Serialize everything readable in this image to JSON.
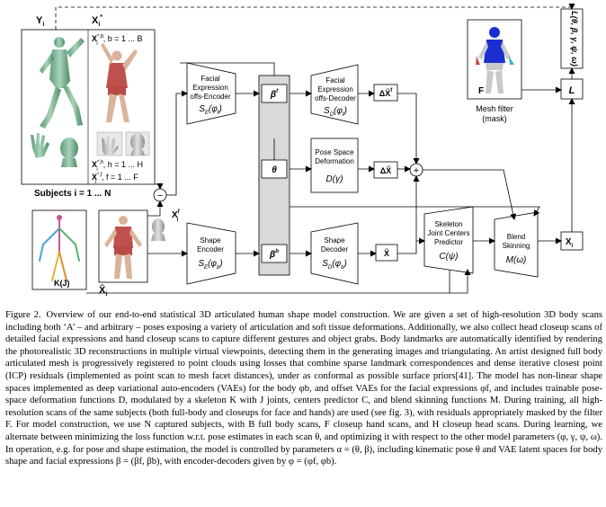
{
  "diagram": {
    "subjects_panel": {
      "label_Y": "Y",
      "label_Y_sub": "i",
      "label_X": "X",
      "label_X_sub": "i",
      "label_X_sup": "*",
      "full_body_scan": "X",
      "full_body_range": ", b = 1 ... B",
      "hand_scan": "X",
      "hand_range": ", h = 1 ... H",
      "face_scan": "X",
      "face_range": ", f = 1 ... F",
      "subjects_caption": "Subjects i = 1 ... N"
    },
    "skeleton_label": "K(J)",
    "template_label": "X̄",
    "template_sub": "i",
    "head_label": "X",
    "head_sup": "f",
    "head_sub": "i",
    "minus_symbol": "−",
    "plus_symbol": "+",
    "facial_encoder": {
      "line1": "Facial",
      "line2": "Expression",
      "line3": "offs-Encoder",
      "func": "S",
      "func_sub": "E",
      "arg": "(φ",
      "arg_sub": "f",
      "arg_end": ")"
    },
    "facial_decoder": {
      "line1": "Facial",
      "line2": "Expression",
      "line3": "offs-Decoder",
      "func": "S",
      "func_sub": "D",
      "arg": "(φ",
      "arg_sub": "f",
      "arg_end": ")"
    },
    "pose_deformation": {
      "line1": "Pose Space",
      "line2": "Deformation",
      "func": "D(γ)"
    },
    "shape_encoder": {
      "line1": "Shape",
      "line2": "Encoder",
      "func": "S",
      "func_sub": "E",
      "arg": "(φ",
      "arg_sub": "b",
      "arg_end": ")"
    },
    "shape_decoder": {
      "line1": "Shape",
      "line2": "Decoder",
      "func": "S",
      "func_sub": "D",
      "arg": "(φ",
      "arg_sub": "b",
      "arg_end": ")"
    },
    "skeleton_predictor": {
      "line1": "Skeleton",
      "line2": "Joint Centers",
      "line3": "Predictor",
      "func": "C(ψ)"
    },
    "blend_skinning": {
      "line1": "Blend",
      "line2": "Skinning",
      "func": "M(ω)"
    },
    "latent_beta_f": "β",
    "latent_beta_f_sup": "f",
    "latent_theta": "θ",
    "latent_beta_b": "β",
    "latent_beta_b_sup": "b",
    "delta_face": "ΔX̃",
    "delta_face_sup": "f",
    "delta_pose": "ΔX̃",
    "xtilde": "X̃",
    "output_X": "X",
    "output_X_sub": "i",
    "loss_L": "L",
    "loss_vertical": "L(θ, β, γ, ψ, ω)",
    "mesh_filter_F": "F",
    "mesh_filter_line1": "Mesh filter",
    "mesh_filter_line2": "(mask)"
  },
  "caption": {
    "label": "Figure 2.",
    "text": "Overview of our end-to-end statistical 3D articulated human shape model construction. We are given a set of high-resolution 3D body scans including both ‘A’ – and arbitrary – poses exposing a variety of articulation and soft tissue deformations. Additionally, we also collect head closeup scans of detailed facial expressions and hand closeup scans to capture different gestures and object grabs. Body landmarks are automatically identified by rendering the photorealistic 3D reconstructions in multiple virtual viewpoints, detecting them in the generating images and triangulating. An artist designed full body articulated mesh is progressively registered to point clouds using losses that combine sparse landmark correspondences and dense iterative closest point (ICP) residuals (implemented as point scan to mesh facet distances), under as conformal as possible surface priors[41]. The model has non-linear shape spaces implemented as deep variational auto-encoders (VAEs) for the body φb, and offset VAEs for the facial expressions φf, and includes trainable pose-space deformation functions D, modulated by a skeleton K with J joints, centers predictor C, and blend skinning functions M. During training, all high-resolution scans of the same subjects (both full-body and closeups for face and hands) are used (see fig. 3), with residuals appropriately masked by the filter F. For model construction, we use N captured subjects, with B full body scans, F closeup hand scans, and H closeup head scans. During learning, we alternate between minimizing the loss function w.r.t. pose estimates in each scan θ, and optimizing it with respect to the other model parameters (φ, γ, ψ, ω). In operation, e.g. for pose and shape estimation, the model is controlled by parameters α = (θ, β), including kinematic pose θ and VAE latent spaces for body shape and facial expressions β = (βf, βb), with encoder-decoders given by φ = (φf, φb)."
  }
}
